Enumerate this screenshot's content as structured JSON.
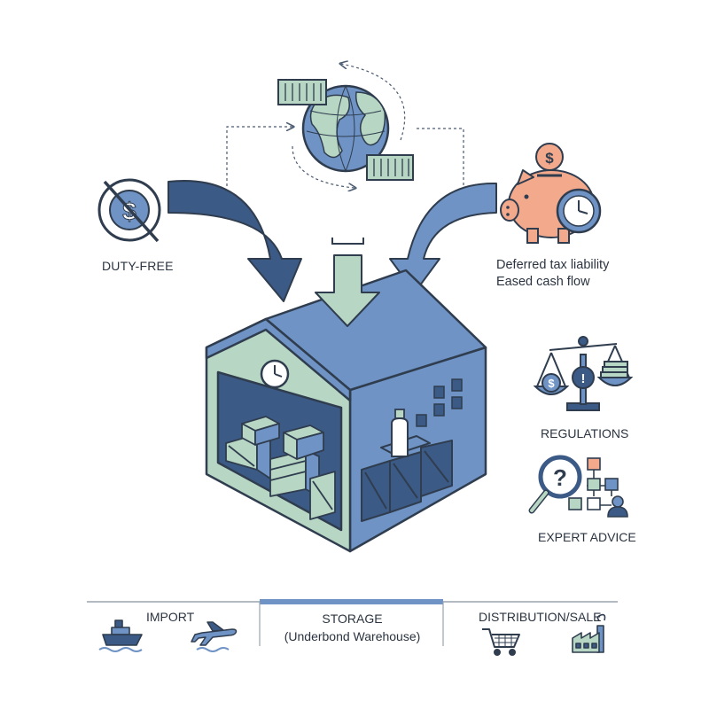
{
  "labels": {
    "duty_free": "DUTY-FREE",
    "deferred_line1": "Deferred tax liability",
    "deferred_line2": "Eased cash flow",
    "regulations": "REGULATIONS",
    "expert_advice": "EXPERT ADVICE"
  },
  "stages": [
    {
      "label": "IMPORT",
      "icons": [
        "ship-icon",
        "airplane-icon"
      ]
    },
    {
      "label": "STORAGE",
      "sublabel": "(Underbond Warehouse)",
      "active": true
    },
    {
      "label": "DISTRIBUTION/SALE",
      "icons": [
        "shopping-cart-icon",
        "factory-icon"
      ]
    }
  ],
  "colors": {
    "navy": "#3c5a86",
    "blue": "#6f93c4",
    "green": "#b7d6c3",
    "peach": "#f3a98c",
    "outline": "#2f3d4f",
    "stage_active": "#6f93c4"
  },
  "icons": [
    "no-dollar-icon",
    "globe-icon",
    "shipping-container-icon",
    "piggy-bank-icon",
    "clock-icon",
    "scales-icon",
    "magnifier-question-icon",
    "org-chart-icon",
    "person-icon",
    "warehouse-icon"
  ]
}
